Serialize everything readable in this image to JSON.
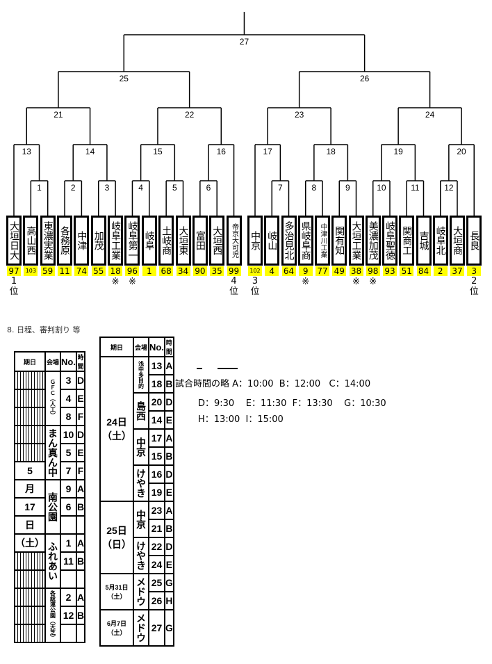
{
  "teams": [
    {
      "name": "大垣日大",
      "seed": "97",
      "rank": "1\n位"
    },
    {
      "name": "高山西",
      "seed": "103"
    },
    {
      "name": "東濃実業",
      "seed": "59"
    },
    {
      "name": "各務原",
      "seed": "11"
    },
    {
      "name": "中津",
      "seed": "74"
    },
    {
      "name": "加茂",
      "seed": "55"
    },
    {
      "name": "岐阜工業",
      "seed": "18",
      "mark": "※"
    },
    {
      "name": "岐阜第一",
      "seed": "96",
      "mark": "※"
    },
    {
      "name": "岐阜",
      "seed": "1"
    },
    {
      "name": "土岐商",
      "seed": "68"
    },
    {
      "name": "大垣東",
      "seed": "34"
    },
    {
      "name": "富田",
      "seed": "90"
    },
    {
      "name": "大垣西",
      "seed": "35"
    },
    {
      "name": "帝京大可児",
      "seed": "99",
      "rank": "4\n位"
    },
    {
      "name": "中京",
      "seed": "102",
      "rank": "3\n位"
    },
    {
      "name": "岐山",
      "seed": "4"
    },
    {
      "name": "多治見北",
      "seed": "64"
    },
    {
      "name": "県岐阜商",
      "seed": "9",
      "mark": "※"
    },
    {
      "name": "中津川工業",
      "seed": "77"
    },
    {
      "name": "関有知",
      "seed": "49"
    },
    {
      "name": "大垣工業",
      "seed": "38",
      "mark": "※"
    },
    {
      "name": "美濃加茂",
      "seed": "98",
      "mark": "※"
    },
    {
      "name": "岐阜聖徳",
      "seed": "93"
    },
    {
      "name": "関商工",
      "seed": "51"
    },
    {
      "name": "吉城",
      "seed": "84"
    },
    {
      "name": "岐阜北",
      "seed": "2"
    },
    {
      "name": "大垣商",
      "seed": "37"
    },
    {
      "name": "長良",
      "seed": "3",
      "rank": "2\n位"
    }
  ],
  "matches": [
    {
      "no": "1",
      "a": 1,
      "b": 2
    },
    {
      "no": "2",
      "a": 3,
      "b": 4
    },
    {
      "no": "3",
      "a": 5,
      "b": 6
    },
    {
      "no": "4",
      "a": 7,
      "b": 8
    },
    {
      "no": "5",
      "a": 9,
      "b": 10
    },
    {
      "no": "6",
      "a": 11,
      "b": 12
    },
    {
      "no": "7",
      "a": 15,
      "b": 16
    },
    {
      "no": "8",
      "a": 17,
      "b": 18
    },
    {
      "no": "9",
      "a": 19,
      "b": 20
    },
    {
      "no": "10",
      "a": 21,
      "b": 22
    },
    {
      "no": "11",
      "a": 23,
      "b": 24
    },
    {
      "no": "12",
      "a": 25,
      "b": 26
    },
    {
      "no": "13",
      "a": 0,
      "b": "1"
    },
    {
      "no": "14",
      "a": "2",
      "b": "3"
    },
    {
      "no": "15",
      "a": "4",
      "b": "5"
    },
    {
      "no": "16",
      "a": "6",
      "b": 13
    },
    {
      "no": "17",
      "a": 14,
      "b": "7"
    },
    {
      "no": "18",
      "a": "8",
      "b": "9"
    },
    {
      "no": "19",
      "a": "10",
      "b": "11"
    },
    {
      "no": "20",
      "a": "12",
      "b": 27
    },
    {
      "no": "21",
      "a": "13",
      "b": "14"
    },
    {
      "no": "22",
      "a": "15",
      "b": "16"
    },
    {
      "no": "23",
      "a": "17",
      "b": "18"
    },
    {
      "no": "24",
      "a": "19",
      "b": "20"
    },
    {
      "no": "25",
      "a": "21",
      "b": "22"
    },
    {
      "no": "26",
      "a": "23",
      "b": "24"
    },
    {
      "no": "27",
      "a": "25",
      "b": "26"
    }
  ],
  "schedule": {
    "heading": "8. 日程、審判割り 等",
    "headers": {
      "date": "期日",
      "venue": "会場",
      "no": "No.",
      "time": "時間"
    },
    "left": {
      "date_lines": [
        "5",
        "月",
        "17",
        "日",
        "（土）"
      ],
      "venues": [
        "ＧＦＣ（人工）",
        "まん真ん中",
        "南公園",
        "ふれあい",
        "各総運公園（天芝）"
      ],
      "rows": [
        [
          "3",
          "D"
        ],
        [
          "4",
          "E"
        ],
        [
          "8",
          "F"
        ],
        [
          "10",
          "D"
        ],
        [
          "5",
          "E"
        ],
        [
          "7",
          "F"
        ],
        [
          "9",
          "A"
        ],
        [
          "6",
          "B"
        ],
        [
          "",
          ""
        ],
        [
          "1",
          "A"
        ],
        [
          "11",
          "B"
        ],
        [
          "",
          ""
        ],
        [
          "2",
          "A"
        ],
        [
          "12",
          "B"
        ],
        [
          "",
          ""
        ]
      ]
    },
    "right": {
      "dates": [
        "24日（土）",
        "25日（日）",
        "5月31日（土）",
        "6月7日（土）"
      ],
      "venues": [
        "浅中多目的",
        "島西",
        "中京",
        "けやき",
        "中京",
        "けやき",
        "メドウ",
        "メドウ"
      ],
      "rows": [
        [
          "13",
          "A"
        ],
        [
          "18",
          "B"
        ],
        [
          "20",
          "D"
        ],
        [
          "14",
          "E"
        ],
        [
          "17",
          "A"
        ],
        [
          "15",
          "B"
        ],
        [
          "16",
          "D"
        ],
        [
          "19",
          "E"
        ],
        [
          "23",
          "A"
        ],
        [
          "21",
          "B"
        ],
        [
          "22",
          "D"
        ],
        [
          "24",
          "E"
        ],
        [
          "25",
          "G"
        ],
        [
          "26",
          "H"
        ]
      ],
      "last": [
        "27",
        "G"
      ]
    },
    "legend": {
      "title": "試合時間の略",
      "line1": "A：10:00  B：12:00   C：14:00",
      "line2": "D：9:30    E：11:30  F：13:30    G：10:30",
      "line3": "H：13:00  I：15:00"
    }
  }
}
